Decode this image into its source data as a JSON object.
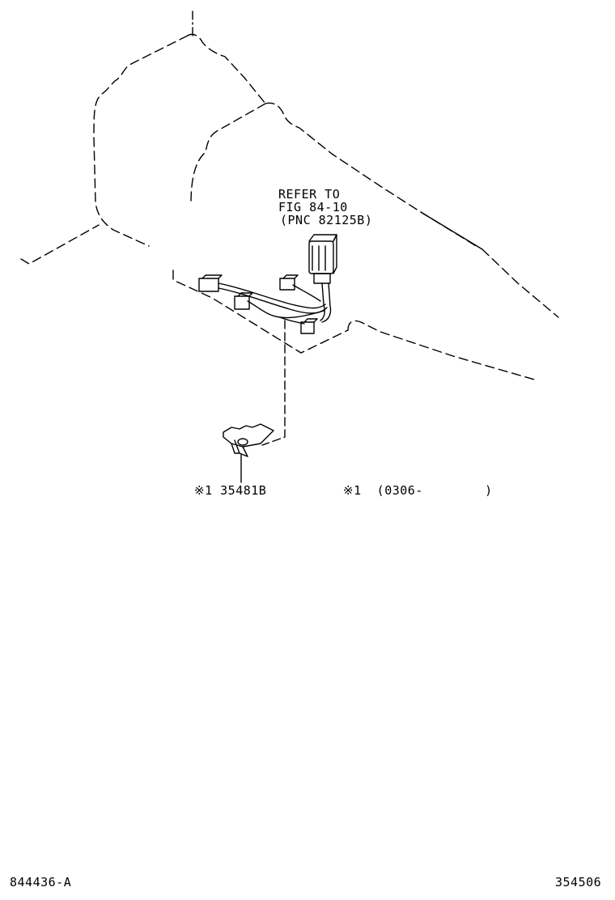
{
  "refer_note": {
    "line1": "REFER TO",
    "line2": "FIG 84-10",
    "line3": "(PNC 82125B)"
  },
  "part_label": "※1 35481B",
  "footnote": "※1  (0306-        )",
  "footer": {
    "left_code": "844436-A",
    "right_code": "354506"
  },
  "colors": {
    "line": "#000000",
    "background": "#ffffff"
  }
}
